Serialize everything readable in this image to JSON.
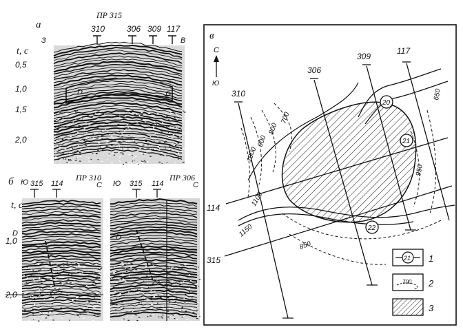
{
  "panel_a": {
    "letter": "а",
    "profile": "ПР 315",
    "west": "З",
    "east": "В",
    "axis": "t, с",
    "ticks": [
      "0,5",
      "1,0",
      "1,5",
      "2,0"
    ],
    "wells": [
      "310",
      "306",
      "309",
      "117"
    ],
    "horizon_left": "D",
    "horizon_right": "D"
  },
  "panel_b": {
    "letter": "б",
    "axis": "t, с",
    "ticks": [
      "1,0",
      "2,0"
    ],
    "horizon": "D",
    "left": {
      "profile": "ПР 310",
      "south": "Ю",
      "north": "С",
      "wells": [
        "315",
        "114"
      ],
      "fault": "Z2"
    },
    "right": {
      "profile": "ПР 306",
      "south": "Ю",
      "north": "С",
      "wells": [
        "315",
        "114"
      ],
      "horizon": "D",
      "fault": "Z2"
    }
  },
  "panel_v": {
    "letter": "в",
    "north": "С",
    "south": "Ю",
    "profiles": [
      "310",
      "306",
      "309",
      "117",
      "114",
      "315"
    ],
    "contours": [
      "700",
      "800",
      "900",
      "1000",
      "1100",
      "1150",
      "850",
      "950",
      "650"
    ],
    "wells": [
      "20",
      "21",
      "22"
    ],
    "legend": [
      {
        "num": "1",
        "sample": "21"
      },
      {
        "num": "2",
        "sample": "700"
      },
      {
        "num": "3",
        "sample": ""
      }
    ]
  }
}
